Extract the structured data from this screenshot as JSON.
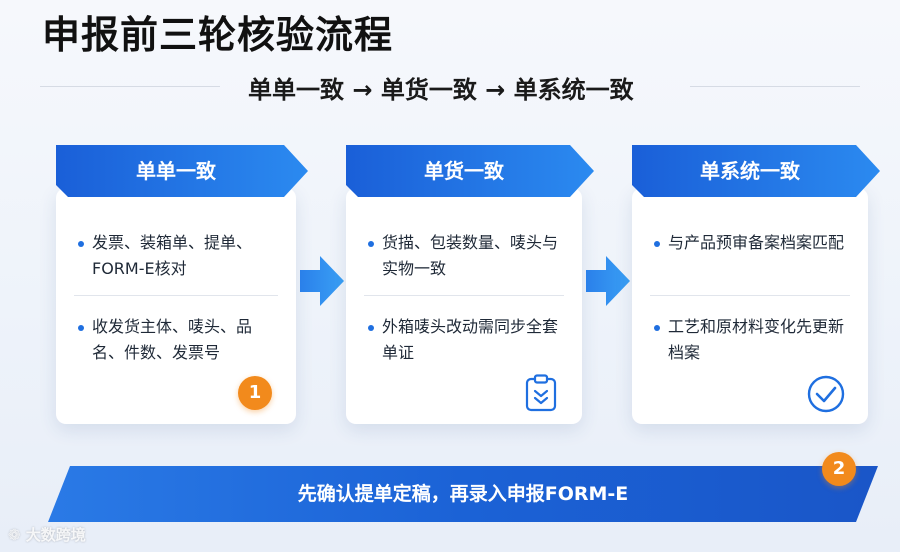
{
  "title": "申报前三轮核验流程",
  "subtitle": "单单一致 → 单货一致 → 单系统一致",
  "colors": {
    "primary": "#1f6fe0",
    "accent": "#f28a1c"
  },
  "cards": [
    {
      "title": "单单一致",
      "items": [
        "发票、装箱单、提单、FORM-E核对",
        "收发货主体、唛头、品名、件数、发票号"
      ],
      "marker": "1"
    },
    {
      "title": "单货一致",
      "items": [
        "货描、包装数量、唛头与实物一致",
        "外箱唛头改动需同步全套单证"
      ],
      "icon": "clipboard-check-icon"
    },
    {
      "title": "单系统一致",
      "items": [
        "与产品预审备案档案匹配",
        "工艺和原材料变化先更新档案"
      ],
      "icon": "check-circle-icon"
    }
  ],
  "footer": {
    "text": "先确认提单定稿，再录入申报FORM-E",
    "marker": "2"
  },
  "watermark": "大数跨境"
}
